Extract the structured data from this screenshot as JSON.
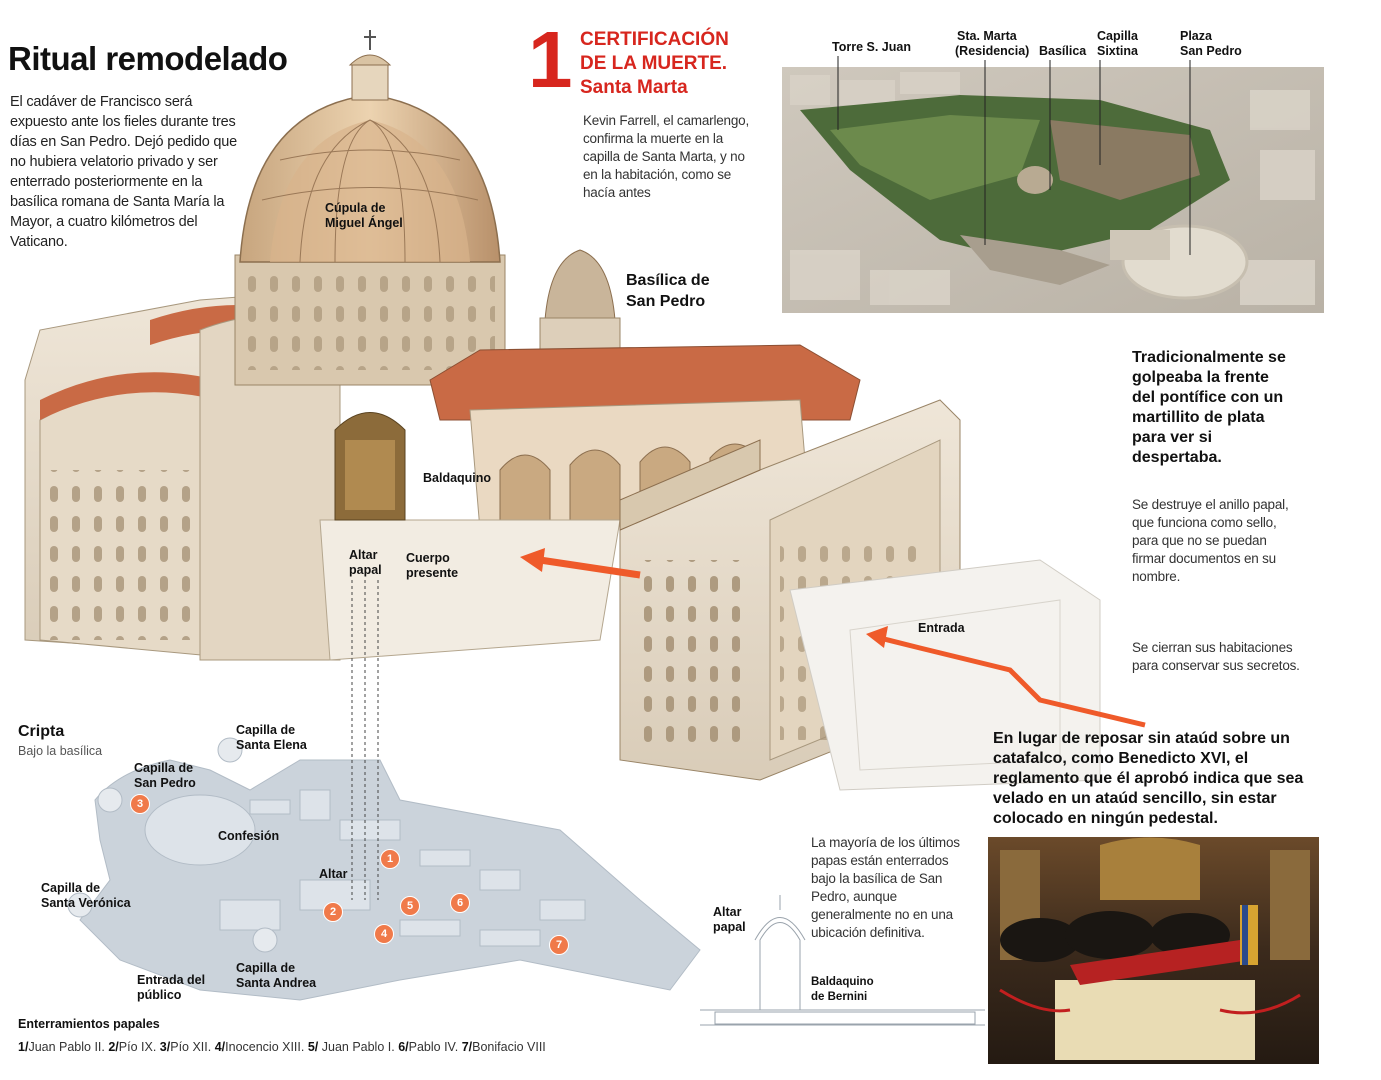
{
  "title": "Ritual remodelado",
  "intro": "El cadáver de Francisco será expuesto ante los fieles durante tres días en San Pedro. Dejó pedido que no hubiera velatorio privado y ser enterrado posteriormente en la basílica romana de Santa María la Mayor, a cuatro kilómetros del Vaticano.",
  "step": {
    "number": "1",
    "heading_line1": "CERTIFICACIÓN",
    "heading_line2": "DE LA MUERTE.",
    "heading_line3": "Santa Marta",
    "text": "Kevin Farrell, el camarlengo, confirma la muerte en la capilla de Santa Marta, y no en la habitación, como se hacía antes"
  },
  "map_labels": {
    "torre": "Torre S. Juan",
    "marta_1": "Sta. Marta",
    "marta_2": "(Residencia)",
    "basilica": "Basílica",
    "capilla_1": "Capilla",
    "capilla_2": "Sixtina",
    "plaza_1": "Plaza",
    "plaza_2": "San Pedro"
  },
  "building_labels": {
    "cupula_1": "Cúpula de",
    "cupula_2": "Miguel Ángel",
    "basilica_1": "Basílica de",
    "basilica_2": "San Pedro",
    "baldaquino": "Baldaquino",
    "altar_1": "Altar",
    "altar_2": "papal",
    "cuerpo_1": "Cuerpo",
    "cuerpo_2": "presente",
    "entrada": "Entrada"
  },
  "notes": {
    "martillo": "Tradicionalmente se golpeaba la frente del pontífice con un martillito de plata para ver si despertaba.",
    "anillo": "Se destruye el anillo papal, que funciona como sello, para que no se puedan firmar documentos en su nombre.",
    "habitaciones": "Se cierran sus habitaciones para conservar sus secretos.",
    "ataud": "En lugar de reposar sin ataúd sobre un catafalco, como Benedicto XVI, el reglamento que él aprobó indica que sea velado en un ataúd sencillo, sin estar colocado en ningún pedestal.",
    "papas": "La mayoría de los últimos papas están enterrados bajo la basílica de San Pedro, aunque generalmente no en una ubicación definitiva."
  },
  "crypt": {
    "title": "Cripta",
    "subtitle": "Bajo la basílica",
    "elena_1": "Capilla de",
    "elena_2": "Santa Elena",
    "pedro_1": "Capilla de",
    "pedro_2": "San Pedro",
    "confesion": "Confesión",
    "altar": "Altar",
    "veronica_1": "Capilla de",
    "veronica_2": "Santa Verónica",
    "entrada_1": "Entrada del",
    "entrada_2": "público",
    "andrea_1": "Capilla de",
    "andrea_2": "Santa Andrea",
    "badges": [
      "1",
      "2",
      "3",
      "4",
      "5",
      "6",
      "7"
    ]
  },
  "section": {
    "altar_1": "Altar",
    "altar_2": "papal",
    "baldaquino_1": "Baldaquino",
    "baldaquino_2": "de Bernini"
  },
  "legend": {
    "title": "Enterramientos papales",
    "n1": "1/",
    "p1": "Juan Pablo II. ",
    "n2": "2/",
    "p2": "Pío IX. ",
    "n3": "3/",
    "p3": "Pío XII. ",
    "n4": "4/",
    "p4": "Inocencio XIII. ",
    "n5": "5/",
    "p5": " Juan Pablo I. ",
    "n6": "6/",
    "p6": "Pablo IV. ",
    "n7": "7/",
    "p7": "Bonifacio VIII"
  },
  "colors": {
    "accent_red": "#d7261e",
    "arrow_orange": "#ef5a2a",
    "roof_terracotta": "#c96a45",
    "stone": "#e8dccb"
  }
}
